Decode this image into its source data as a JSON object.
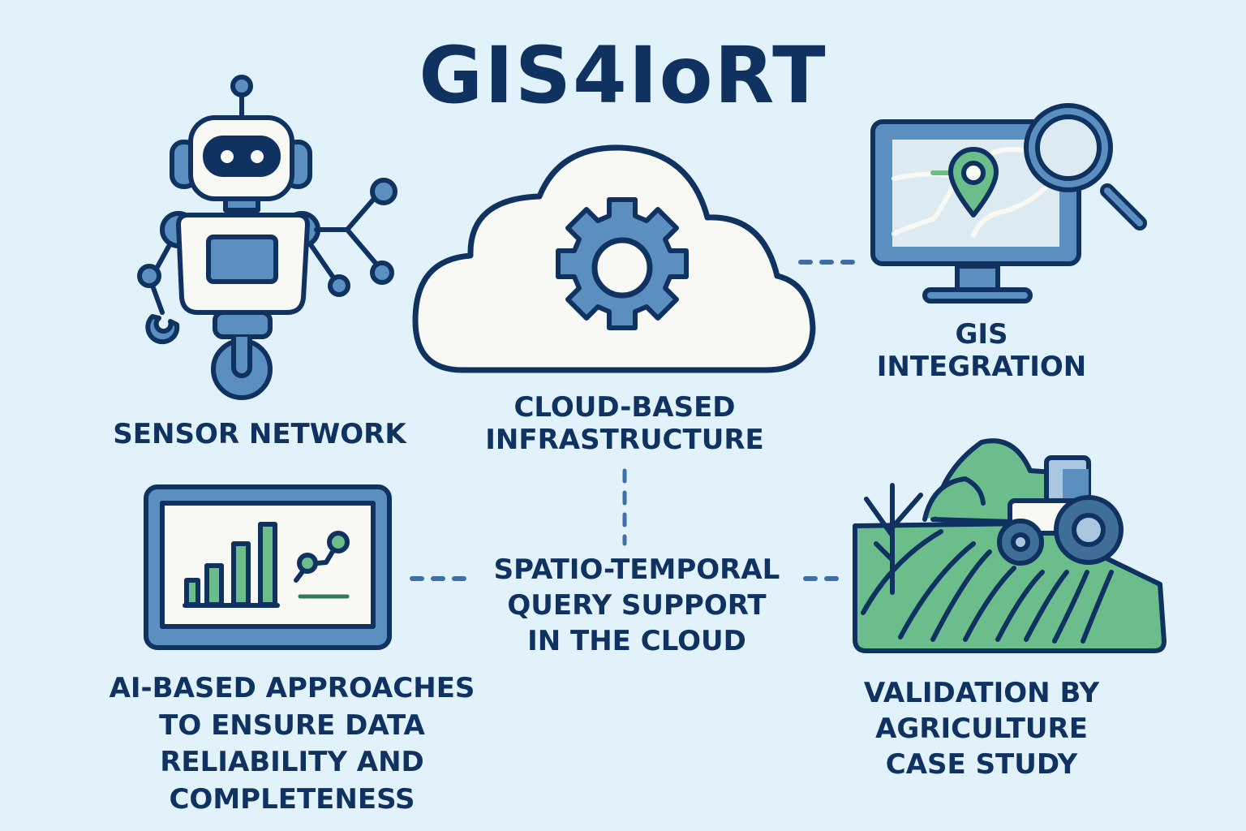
{
  "title": "GIS4IoRT",
  "colors": {
    "background": "#e2f2fa",
    "navy": "#0f3261",
    "mid_blue": "#5b8fbf",
    "light_blue": "#a9c8e0",
    "green": "#6cbd8c",
    "off_white": "#f8f8f4"
  },
  "nodes": {
    "sensor_network": {
      "icon": "robot-icon",
      "lines": [
        "SENSOR NETWORK"
      ]
    },
    "cloud": {
      "icon": "cloud-gear-icon",
      "lines": [
        "CLOUD-BASED",
        "INFRASTRUCTURE"
      ]
    },
    "gis": {
      "icon": "monitor-map-magnifier-icon",
      "lines": [
        "GIS",
        "INTEGRATION"
      ]
    },
    "ai": {
      "icon": "dashboard-chart-icon",
      "lines": [
        "AI-BASED APPROACHES",
        "TO ENSURE DATA",
        "RELIABILITY AND",
        "COMPLETENESS"
      ]
    },
    "query": {
      "lines": [
        "SPATIO-TEMPORAL",
        "QUERY SUPPORT",
        "IN THE CLOUD"
      ]
    },
    "agriculture": {
      "icon": "tractor-field-icon",
      "lines": [
        "VALIDATION BY",
        "AGRICULTURE",
        "CASE STUDY"
      ]
    }
  },
  "connectors": [
    {
      "from": "cloud",
      "to": "gis",
      "style": "dashed"
    },
    {
      "from": "cloud",
      "to": "query",
      "style": "dashed"
    },
    {
      "from": "ai",
      "to": "query",
      "style": "dashed"
    },
    {
      "from": "query",
      "to": "agriculture",
      "style": "dashed"
    }
  ]
}
